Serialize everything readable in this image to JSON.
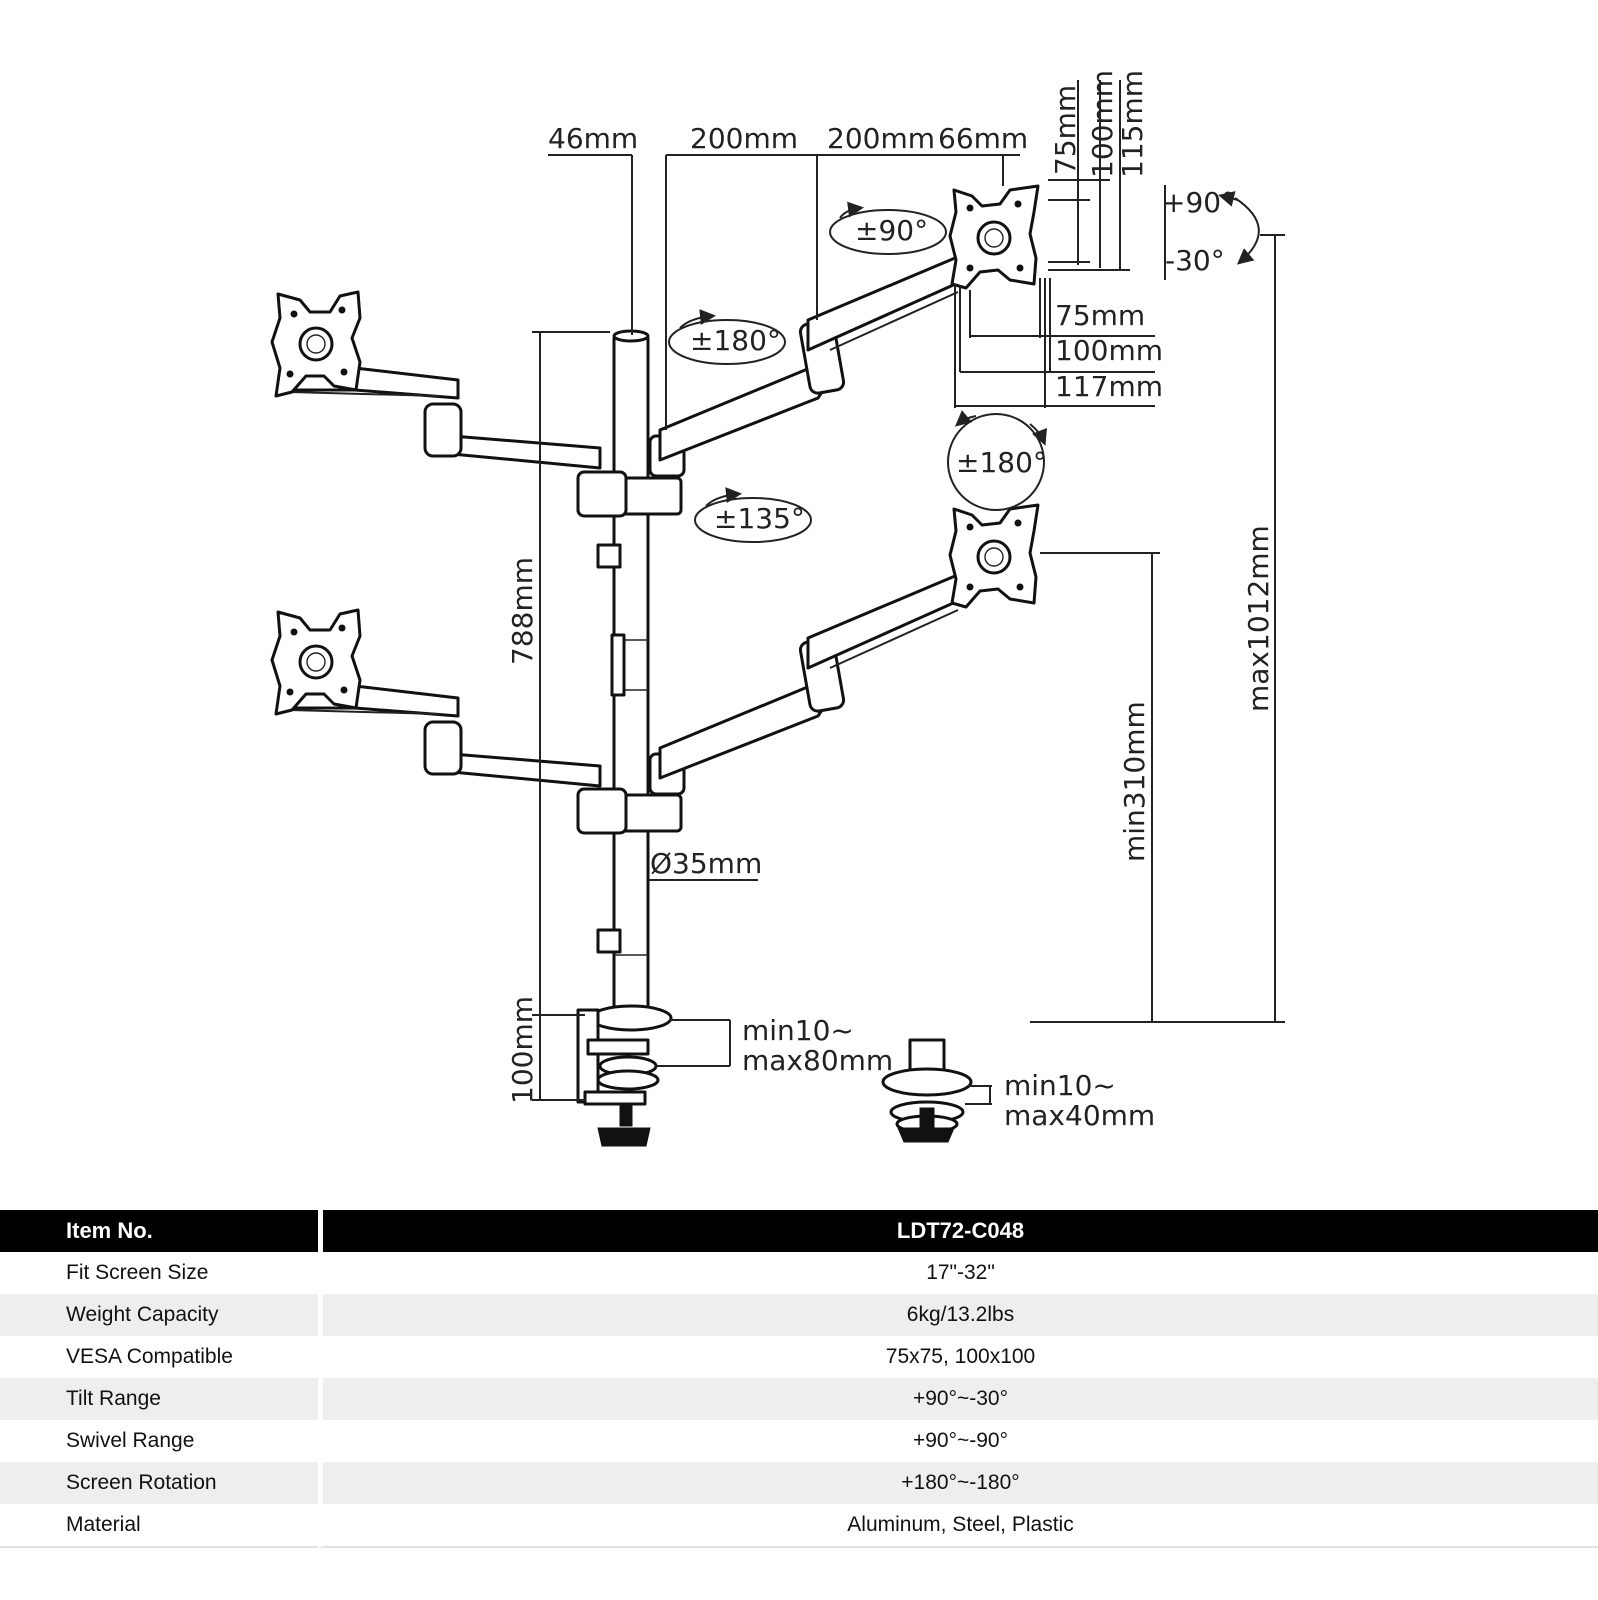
{
  "dimensions": {
    "offset_46": "46mm",
    "arm_200_a": "200mm",
    "arm_200_b": "200mm",
    "offset_66": "66mm",
    "vesa_v_75": "75mm",
    "vesa_v_100": "100mm",
    "vesa_v_115": "115mm",
    "vesa_h_75": "75mm",
    "vesa_h_100": "100mm",
    "vesa_h_117": "117mm",
    "height_788": "788mm",
    "max_height": "max1012mm",
    "min_height": "min310mm",
    "pole_diameter": "Ø35mm",
    "clamp_100": "100mm",
    "clamp_range_1": "min10~",
    "clamp_range_2": "max80mm",
    "grommet_range_1": "min10~",
    "grommet_range_2": "max40mm"
  },
  "angles": {
    "tilt_up": "+90°",
    "tilt_down": "-30°",
    "swivel": "±90°",
    "arm_rotation": "±180°",
    "screen_rotation": "±180°",
    "base_rotation": "±135°"
  },
  "specs": {
    "header": {
      "label": "Item No.",
      "value": "LDT72-C048"
    },
    "rows": [
      {
        "label": "Fit Screen Size",
        "value": "17\"-32\""
      },
      {
        "label": "Weight Capacity",
        "value": "6kg/13.2lbs"
      },
      {
        "label": "VESA Compatible",
        "value": "75x75, 100x100"
      },
      {
        "label": "Tilt Range",
        "value": "+90°~-30°"
      },
      {
        "label": "Swivel Range",
        "value": "+90°~-90°"
      },
      {
        "label": "Screen Rotation",
        "value": "+180°~-180°"
      },
      {
        "label": "Material",
        "value": "Aluminum, Steel, Plastic"
      }
    ]
  }
}
